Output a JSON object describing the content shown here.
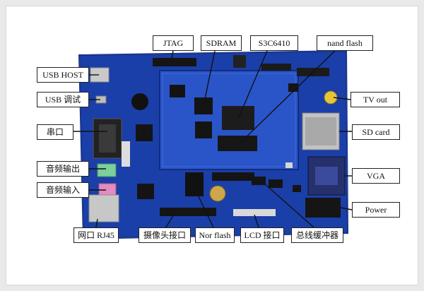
{
  "labels": {
    "usb_host": "USB HOST",
    "usb_debug": "USB  调试",
    "serial": "串口",
    "audio_out": "音频输出",
    "audio_in": "音频输入",
    "rj45": "网口 RJ45",
    "camera": "摄像头接口",
    "nor_flash": "Nor flash",
    "lcd": "LCD 接口",
    "bus_buffer": "总线缓冲器",
    "jtag": "JTAG",
    "sdram": "SDRAM",
    "s3c6410": "S3C6410",
    "nand_flash": "nand flash",
    "tv_out": "TV out",
    "sd_card": "SD card",
    "vga": "VGA",
    "power": "Power"
  },
  "colors": {
    "board": "#1a3fa8",
    "board_dark": "#12308a",
    "module": "#2a55c9",
    "leader": "#111111"
  }
}
